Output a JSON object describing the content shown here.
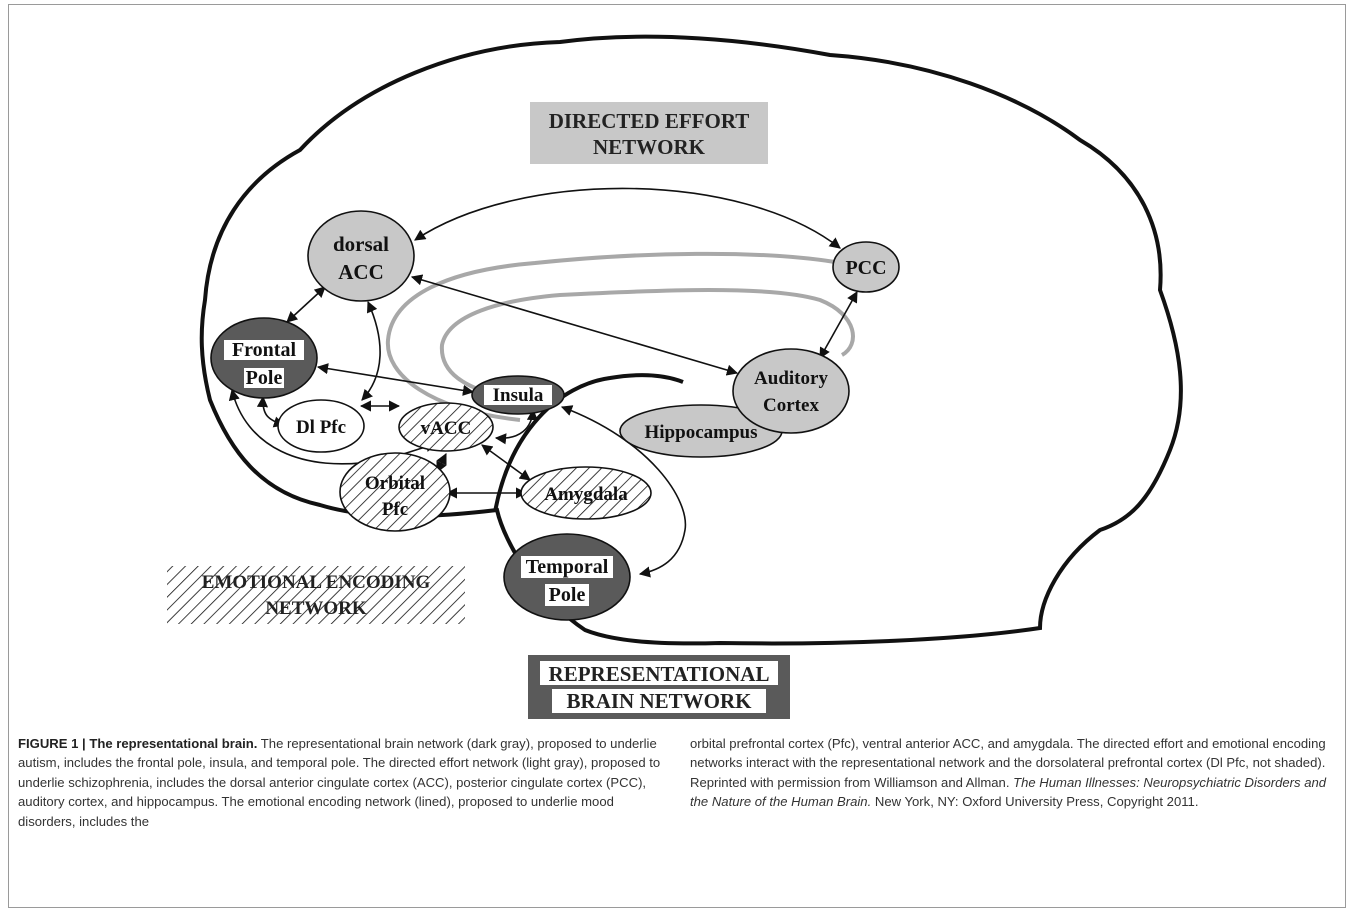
{
  "networks": {
    "directed_effort": [
      "DIRECTED EFFORT",
      "NETWORK"
    ],
    "emotional_encoding": [
      "EMOTIONAL ENCODING",
      "NETWORK"
    ],
    "representational": [
      "REPRESENTATIONAL",
      "BRAIN NETWORK"
    ]
  },
  "nodes": {
    "dorsal_acc": [
      "dorsal",
      "ACC"
    ],
    "pcc": [
      "PCC"
    ],
    "frontal_pole": [
      "Frontal",
      "Pole"
    ],
    "insula": [
      "Insula"
    ],
    "dl_pfc": [
      "Dl Pfc"
    ],
    "vacc": [
      "vACC"
    ],
    "auditory_cortex": [
      "Auditory",
      "Cortex"
    ],
    "hippocampus": [
      "Hippocampus"
    ],
    "orbital_pfc": [
      "Orbital",
      "Pfc"
    ],
    "amygdala": [
      "Amygdala"
    ],
    "temporal_pole": [
      "Temporal",
      "Pole"
    ]
  },
  "colors": {
    "light_gray": "#c8c8c8",
    "dark_gray": "#5a5a5a",
    "cingulum": "#a8a8a8"
  },
  "caption": {
    "label": "FIGURE 1 | The representational brain.",
    "col1": " The representational brain network (dark gray), proposed to underlie autism, includes the frontal pole, insula, and temporal pole. The directed effort network (light gray), proposed to underlie schizophrenia, includes the dorsal anterior cingulate cortex (ACC), posterior cingulate cortex (PCC), auditory cortex, and hippocampus. The emotional encoding network (lined), proposed to underlie mood disorders, includes the",
    "col2_a": "orbital prefrontal cortex (Pfc), ventral anterior ACC, and amygdala. The directed effort and emotional encoding networks interact with the representational network and the dorsolateral prefrontal cortex (Dl Pfc, not shaded). Reprinted with permission from Williamson and Allman. ",
    "col2_italic": "The Human Illnesses: Neuropsychiatric Disorders and the Nature of the Human Brain.",
    "col2_b": " New York, NY: Oxford University Press, Copyright 2011."
  }
}
